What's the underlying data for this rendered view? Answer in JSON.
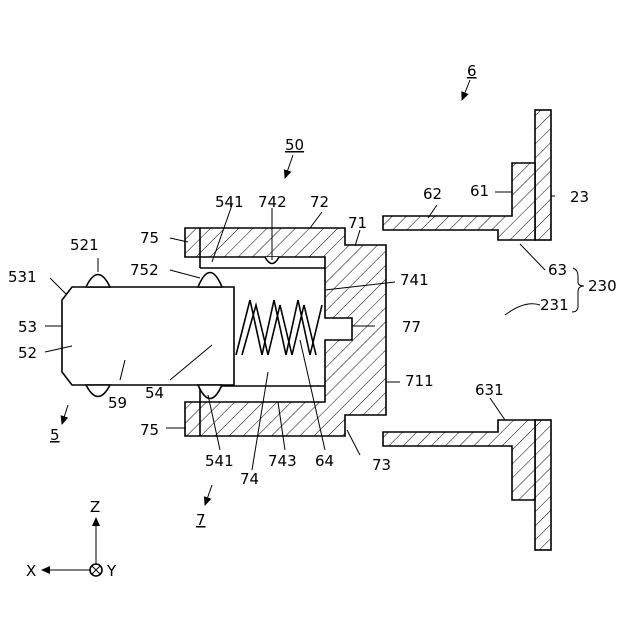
{
  "labels": {
    "l6": "6",
    "l50": "50",
    "l5": "5",
    "l7": "7",
    "l541a": "541",
    "l742": "742",
    "l72": "72",
    "l71": "71",
    "l62": "62",
    "l61": "61",
    "l23": "23",
    "l75a": "75",
    "l521": "521",
    "l752": "752",
    "l531": "531",
    "l741": "741",
    "l63": "63",
    "l230": "230",
    "l231": "231",
    "l53": "53",
    "l77": "77",
    "l52": "52",
    "l711": "711",
    "l54": "54",
    "l59": "59",
    "l631": "631",
    "l75b": "75",
    "l541b": "541",
    "l743": "743",
    "l64": "64",
    "l73": "73",
    "l74": "74",
    "axis_z": "Z",
    "axis_x": "X",
    "axis_y": "Y"
  }
}
